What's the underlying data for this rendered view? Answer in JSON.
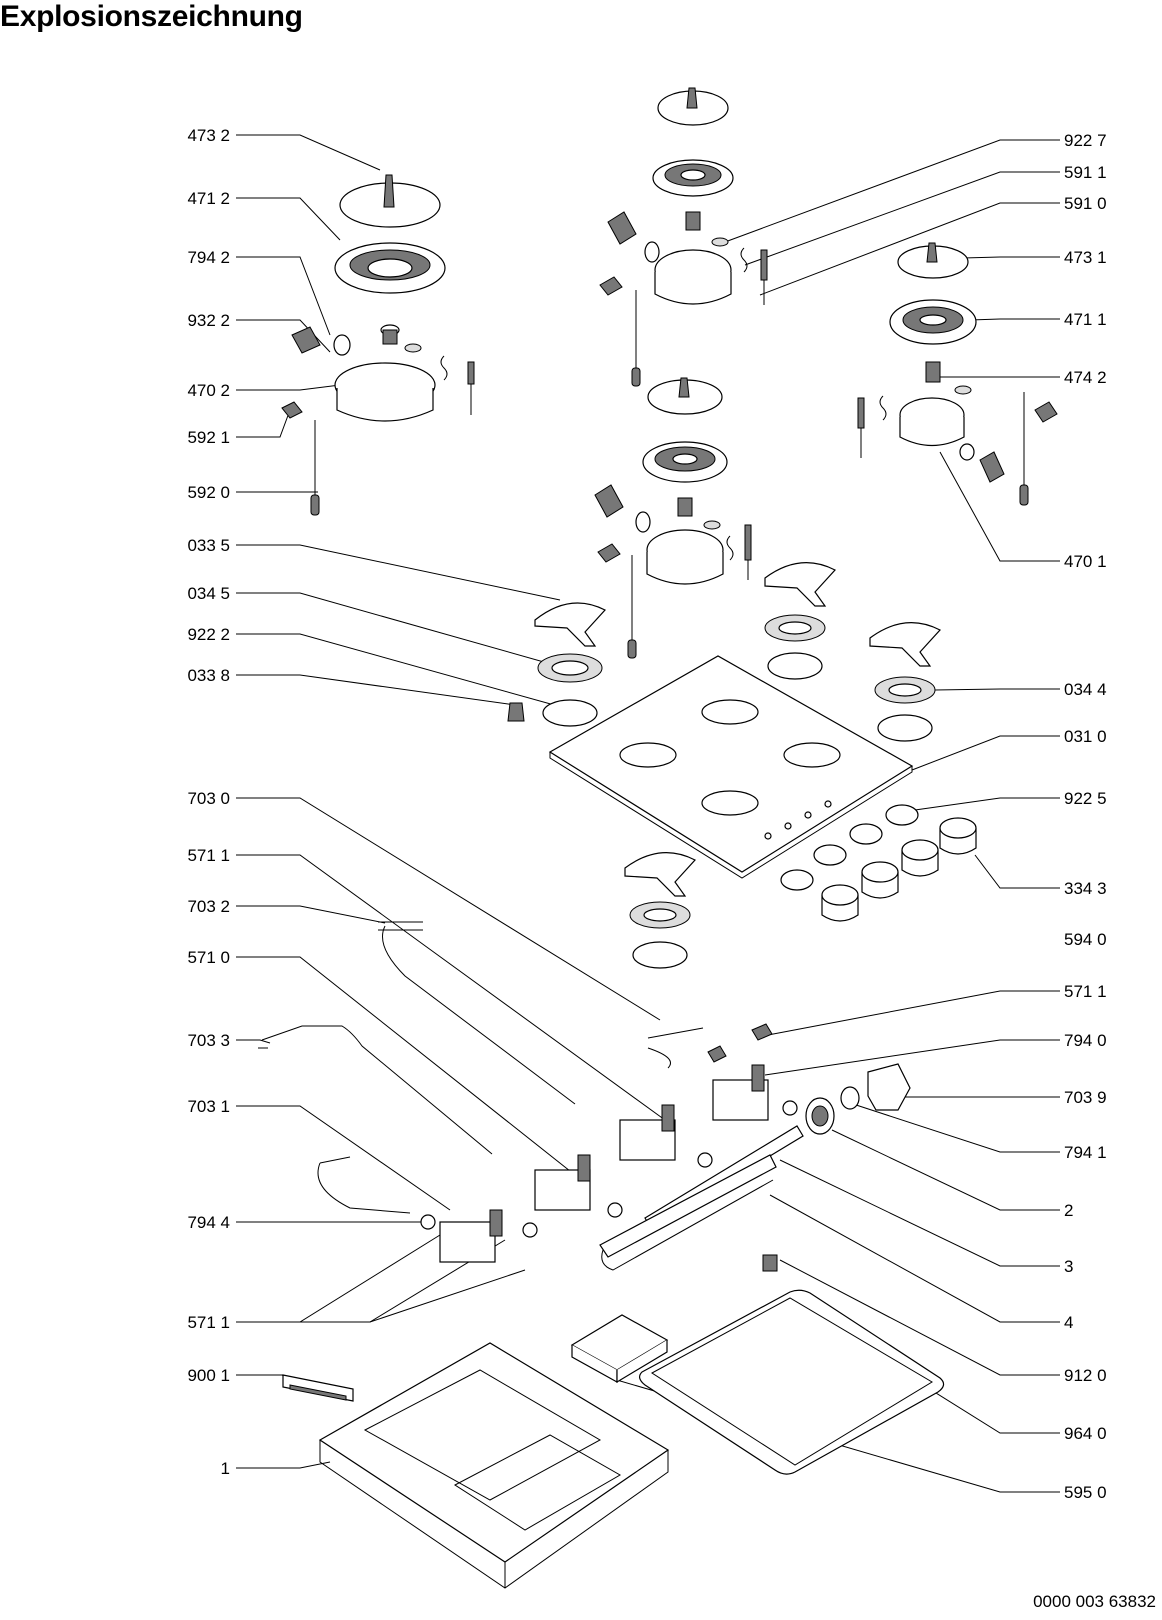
{
  "title": "Explosionszeichnung",
  "document_number": "0000 003 63832",
  "labels_left": [
    "473 2",
    "471 2",
    "794 2",
    "932 2",
    "470 2",
    "592 1",
    "592 0",
    "033 5",
    "034 5",
    "922 2",
    "033 8",
    "703 0",
    "571 1",
    "703 2",
    "571 0",
    "703 3",
    "703 1",
    "794 4",
    "571 1",
    "900 1",
    "1"
  ],
  "labels_right": [
    "922 7",
    "591 1",
    "591 0",
    "473 1",
    "471 1",
    "474 2",
    "470 1",
    "034 4",
    "031 0",
    "922 5",
    "334 3",
    "594 0",
    "571 1",
    "794 0",
    "703 9",
    "794 1",
    "2",
    "3",
    "4",
    "912 0",
    "964 0",
    "595 0"
  ]
}
